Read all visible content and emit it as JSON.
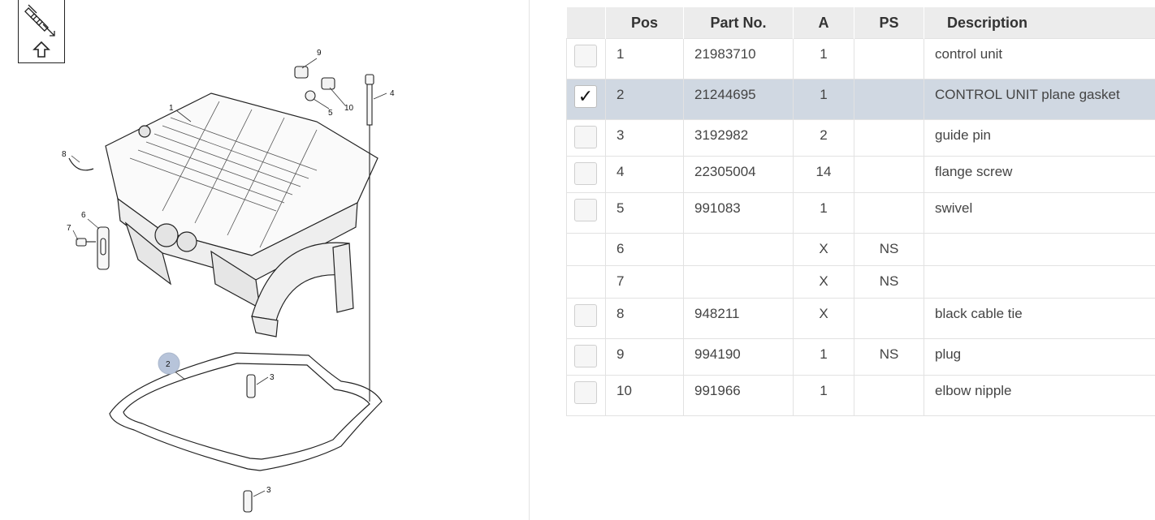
{
  "diagram": {
    "callouts": [
      "1",
      "2",
      "3",
      "3",
      "4",
      "5",
      "6",
      "7",
      "8",
      "9",
      "10"
    ],
    "highlight_color": "#b7c4da"
  },
  "table": {
    "headers": {
      "pos": "Pos",
      "part_no": "Part No.",
      "a": "A",
      "ps": "PS",
      "description": "Description"
    },
    "rows": [
      {
        "check": true,
        "checked": false,
        "pos": "1",
        "part_no": "21983710",
        "a": "1",
        "ps": "",
        "description": "control unit"
      },
      {
        "check": true,
        "checked": true,
        "pos": "2",
        "part_no": "21244695",
        "a": "1",
        "ps": "",
        "description": "CONTROL UNIT plane gasket"
      },
      {
        "check": true,
        "checked": false,
        "pos": "3",
        "part_no": "3192982",
        "a": "2",
        "ps": "",
        "description": "guide pin"
      },
      {
        "check": true,
        "checked": false,
        "pos": "4",
        "part_no": "22305004",
        "a": "14",
        "ps": "",
        "description": "flange screw"
      },
      {
        "check": true,
        "checked": false,
        "pos": "5",
        "part_no": "991083",
        "a": "1",
        "ps": "",
        "description": "swivel"
      },
      {
        "check": false,
        "checked": false,
        "pos": "6",
        "part_no": "",
        "a": "X",
        "ps": "NS",
        "description": ""
      },
      {
        "check": false,
        "checked": false,
        "pos": "7",
        "part_no": "",
        "a": "X",
        "ps": "NS",
        "description": ""
      },
      {
        "check": true,
        "checked": false,
        "pos": "8",
        "part_no": "948211",
        "a": "X",
        "ps": "",
        "description": "black cable tie"
      },
      {
        "check": true,
        "checked": false,
        "pos": "9",
        "part_no": "994190",
        "a": "1",
        "ps": "NS",
        "description": "plug"
      },
      {
        "check": true,
        "checked": false,
        "pos": "10",
        "part_no": "991966",
        "a": "1",
        "ps": "",
        "description": "elbow nipple"
      }
    ],
    "check_mark": "✓",
    "selected_row_color": "#d0d8e2"
  }
}
